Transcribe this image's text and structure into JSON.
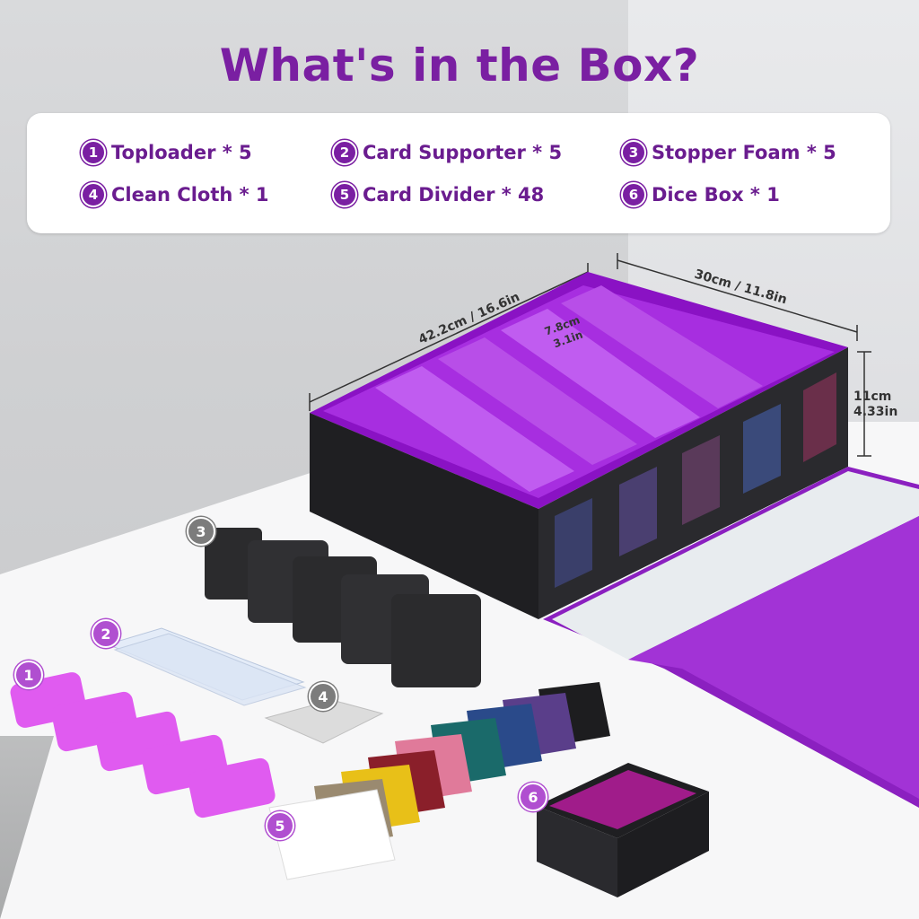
{
  "title": "What's in the Box?",
  "items": [
    {
      "num": "1",
      "label": "Toploader * 5"
    },
    {
      "num": "2",
      "label": "Card Supporter * 5"
    },
    {
      "num": "3",
      "label": "Stopper Foam * 5"
    },
    {
      "num": "4",
      "label": "Clean Cloth * 1"
    },
    {
      "num": "5",
      "label": "Card Divider * 48"
    },
    {
      "num": "6",
      "label": "Dice Box * 1"
    }
  ],
  "dimensions": {
    "length": "42.2cm / 16.6in",
    "width": "30cm / 11.8in",
    "slot_cm": "7.8cm",
    "slot_in": "3.1in",
    "height_cm": "11cm",
    "height_in": "4.33in"
  },
  "tags": [
    "1",
    "2",
    "3",
    "4",
    "5",
    "6"
  ],
  "colors": {
    "accent": "#7a1fa2",
    "box_interior": "#9b1fd1",
    "box_exterior": "#1d1d20",
    "toploader": "#e05bf0",
    "foam": "#2b2b2d"
  }
}
